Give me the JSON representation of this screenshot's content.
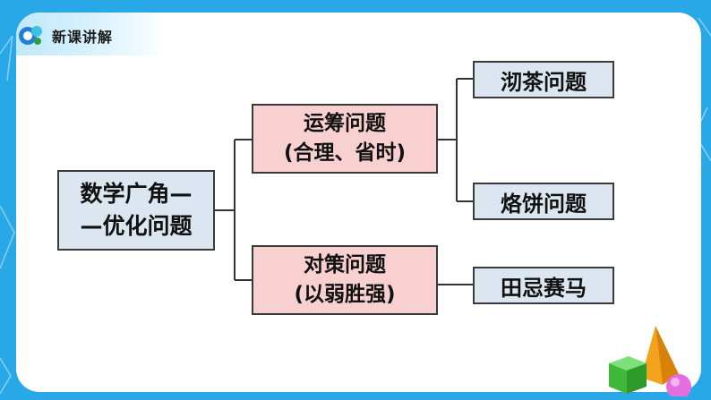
{
  "header": {
    "title": "新课讲解"
  },
  "diagram": {
    "root": {
      "lines": [
        "数学广角—",
        "—优化问题"
      ]
    },
    "branches": [
      {
        "lines": [
          "运筹问题",
          "(合理、省时)"
        ],
        "children": [
          "沏茶问题",
          "烙饼问题"
        ]
      },
      {
        "lines": [
          "对策问题",
          "(以弱胜强)"
        ],
        "children": [
          "田忌赛马"
        ]
      }
    ]
  },
  "colors": {
    "background": "#29a8e8",
    "root_fill": "#dbe6f1",
    "branch_fill": "#f8d0d0",
    "leaf_fill": "#dbe6f1",
    "border": "#3a3a3a"
  },
  "icons": [
    "logo-icon",
    "geometric-solids-decoration"
  ]
}
